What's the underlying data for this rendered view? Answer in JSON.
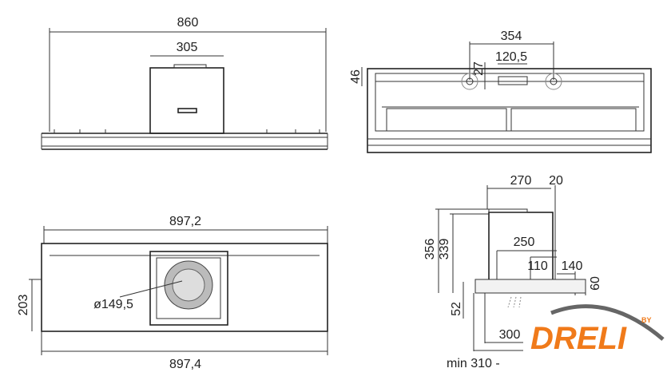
{
  "front_view": {
    "width_label": "860",
    "box_label": "305"
  },
  "rear_view": {
    "spacing_label": "354",
    "outlet_label": "120,5",
    "offset_label": "27",
    "height_label": "46"
  },
  "bottom_view": {
    "top_width_label": "897,2",
    "diameter_label": "ø149,5",
    "depth_label": "203",
    "bottom_width_label": "897,4"
  },
  "side_view": {
    "depth_label": "270",
    "gap_label": "20",
    "total_height_label": "356",
    "body_height_label": "339",
    "inner_label": "250",
    "offset_label": "110",
    "front_label": "140",
    "base_height_label": "60",
    "bottom_label": "52",
    "min_depth_label": "300",
    "cabinet_label": "min 310 -"
  },
  "logo": {
    "text": "DRELI",
    "by": "BY",
    "color": "#f07a1a"
  }
}
